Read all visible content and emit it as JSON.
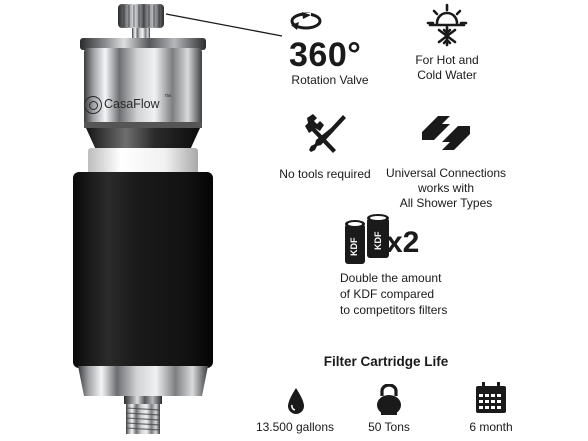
{
  "product": {
    "brand": "CasaFlow",
    "trademark": "™"
  },
  "features": {
    "rotation": {
      "value": "360°",
      "label": "Rotation Valve",
      "icon": "rotation-arrow-icon"
    },
    "temperature": {
      "line1": "For Hot and",
      "line2": "Cold Water",
      "icon": "sun-snowflake-icon"
    },
    "tools": {
      "label": "No tools required",
      "icon": "wrench-screwdriver-icon"
    },
    "connections": {
      "line1": "Universal Connections",
      "line2": "works with",
      "line3": "All Shower Types",
      "icon": "connector-icon"
    },
    "kdf": {
      "can_label": "KDF",
      "multiplier": "x2",
      "line1": "Double the amount",
      "line2": "of KDF compared",
      "line3": "to competitors filters",
      "icon": "kdf-cans-icon"
    }
  },
  "life": {
    "heading": "Filter Cartridge Life",
    "items": [
      {
        "icon": "water-drop-icon",
        "label": "13.500 gallons"
      },
      {
        "icon": "kettlebell-icon",
        "label": "50 Tons"
      },
      {
        "icon": "calendar-icon",
        "label": "6 month"
      }
    ]
  },
  "colors": {
    "text": "#1a1a1a",
    "filter_body": "#151515",
    "chrome": "#a9aaac",
    "white_ring": "#f2f2f2"
  }
}
